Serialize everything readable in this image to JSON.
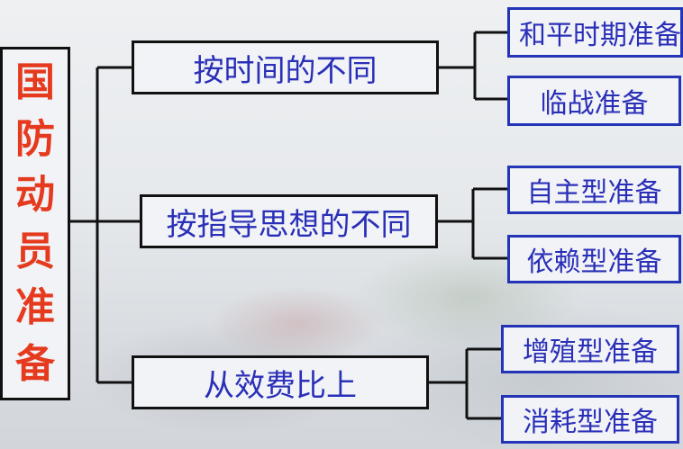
{
  "root": {
    "chars": [
      "国",
      "防",
      "动",
      "员",
      "准",
      "备"
    ]
  },
  "branches": [
    {
      "label": "按时间的不同",
      "leaves": [
        "和平时期准备",
        "临战准备"
      ]
    },
    {
      "label": "按指导思想的不同",
      "leaves": [
        "自主型准备",
        "依赖型准备"
      ]
    },
    {
      "label": "从效费比上",
      "leaves": [
        "增殖型准备",
        "消耗型准备"
      ]
    }
  ]
}
